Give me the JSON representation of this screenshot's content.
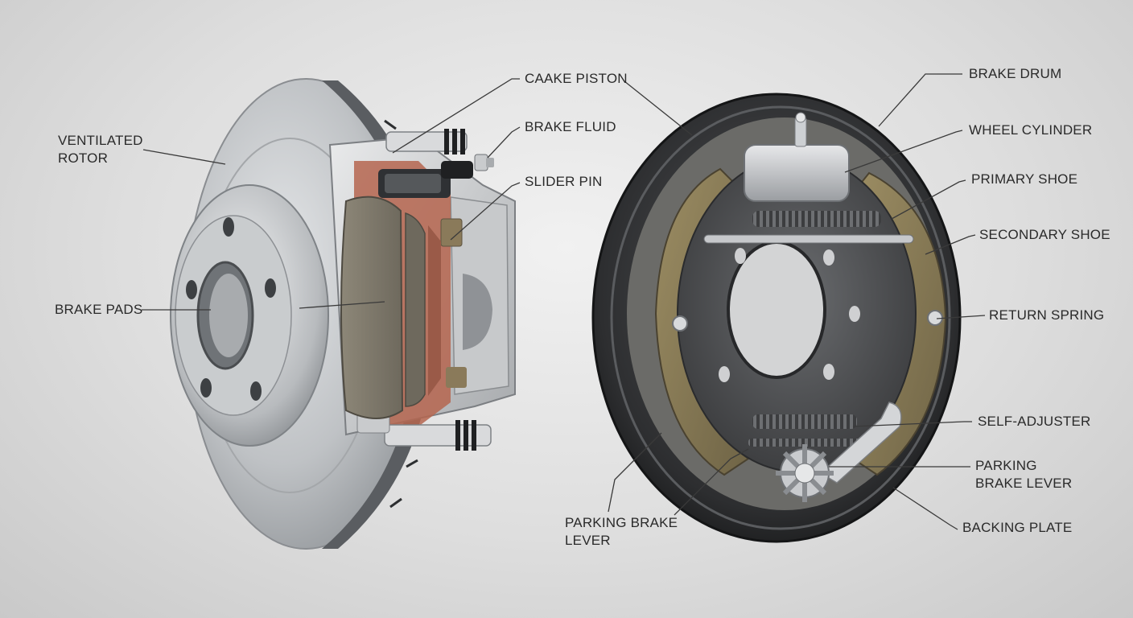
{
  "diagram": {
    "labels": {
      "ventilated_rotor": [
        "VENTILATED",
        "ROTOR"
      ],
      "brake_pads": [
        "BRAKE PADS"
      ],
      "caake_piston": [
        "CAAKE PISTON"
      ],
      "brake_fluid": [
        "BRAKE FLUID"
      ],
      "slider_pin": [
        "SLIDER PIN"
      ],
      "brake_drum": [
        "BRAKE DRUM"
      ],
      "wheel_cylinder": [
        "WHEEL CYLINDER"
      ],
      "primary_shoe": [
        "PRIMARY SHOE"
      ],
      "secondary_shoe": [
        "SECONDARY SHOE"
      ],
      "return_spring": [
        "RETURN SPRING"
      ],
      "self_adjuster": [
        "SELF-ADJUSTER"
      ],
      "parking_brake_lever_right": [
        "PARKING",
        "BRAKE LEVER"
      ],
      "backing_plate": [
        "BACKING PLATE"
      ],
      "parking_brake_lever_left": [
        "PARKING BRAKE",
        "LEVER"
      ]
    },
    "colors": {
      "label_text": "#2a2a2a",
      "leader_line": "#3a3a3a",
      "rotor_steel": "#b9bcbf",
      "brake_shoe_lining": "#8a7a55",
      "drum_dark": "#2b2c2e",
      "caliper_red": "#b5654f"
    }
  }
}
